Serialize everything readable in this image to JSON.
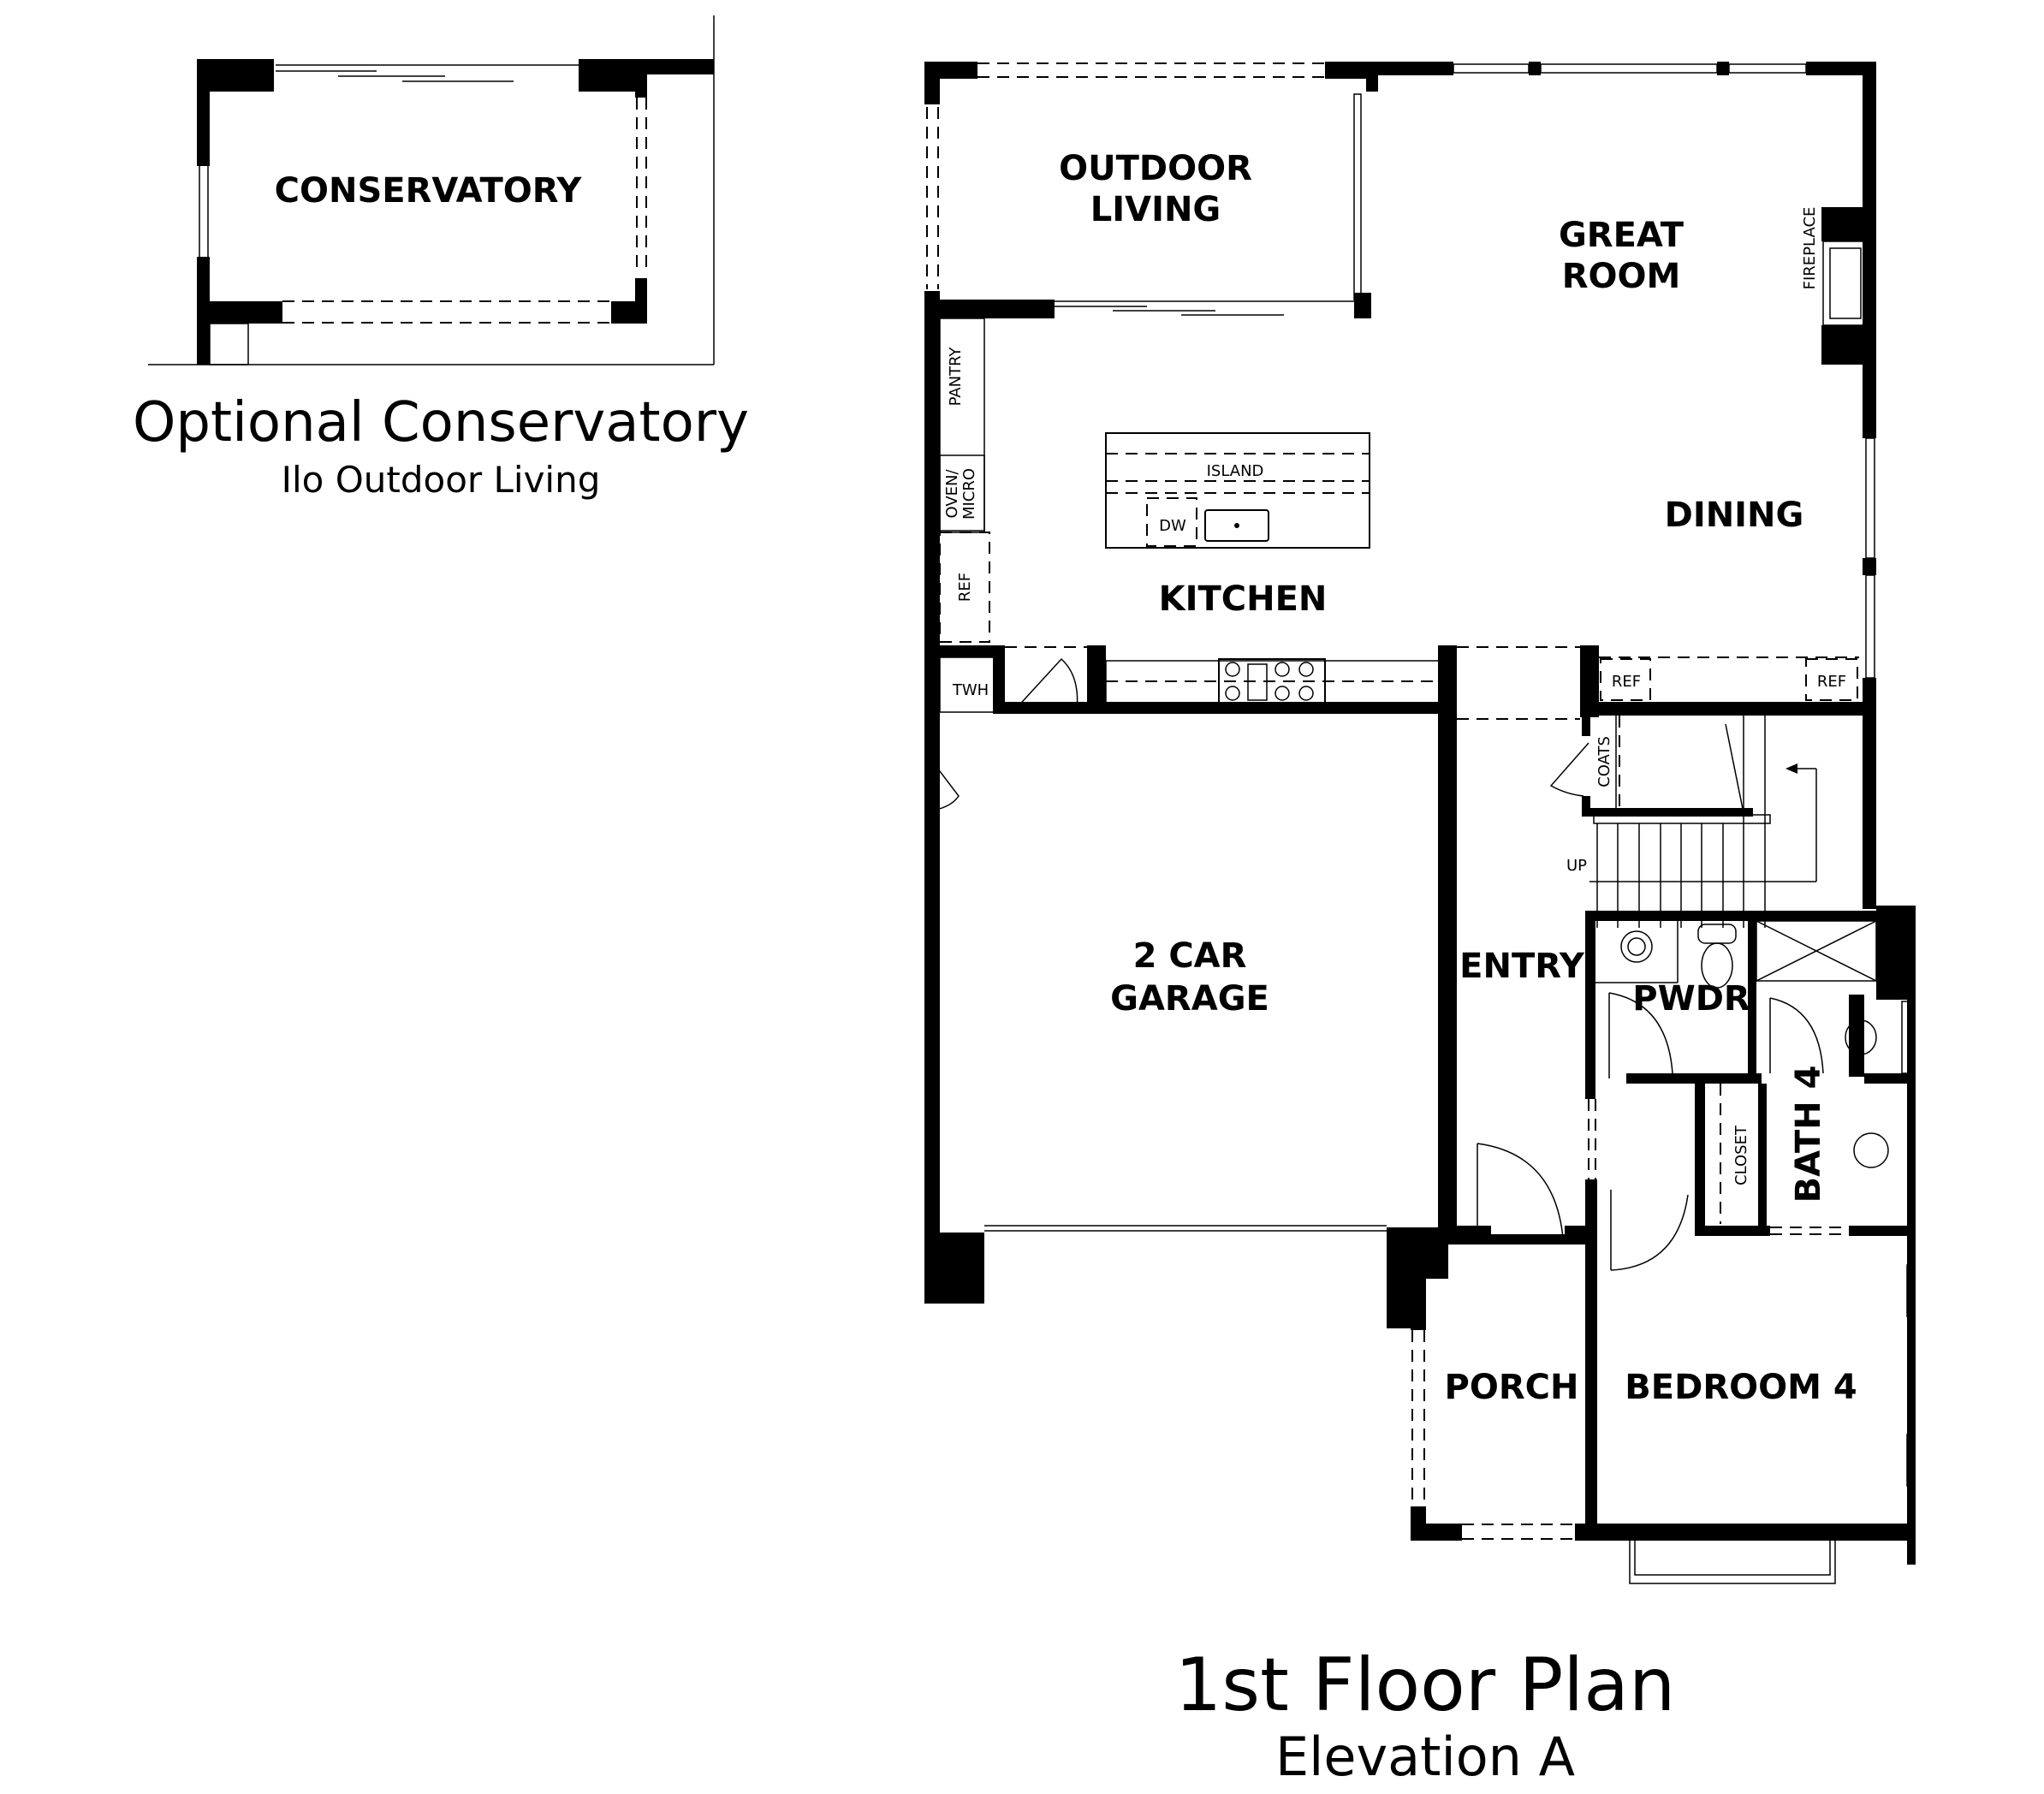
{
  "optional_plan": {
    "title": "Optional Conservatory",
    "subtitle": "Ilo Outdoor Living",
    "room": "CONSERVATORY"
  },
  "main_plan": {
    "title": "1st Floor Plan",
    "subtitle": "Elevation A",
    "rooms": {
      "outdoor_living_1": "OUTDOOR",
      "outdoor_living_2": "LIVING",
      "great_room_1": "GREAT",
      "great_room_2": "ROOM",
      "dining": "DINING",
      "kitchen": "KITCHEN",
      "garage_1": "2 CAR",
      "garage_2": "GARAGE",
      "entry": "ENTRY",
      "pwdr": "PWDR",
      "bath4": "BATH 4",
      "porch": "PORCH",
      "bedroom4": "BEDROOM 4"
    },
    "fixtures": {
      "fireplace": "FIREPLACE",
      "pantry": "PANTRY",
      "oven_micro_1": "OVEN/",
      "oven_micro_2": "MICRO",
      "ref_kitchen": "REF",
      "island": "ISLAND",
      "dw": "DW",
      "twh": "TWH",
      "ref_dining_left": "REF",
      "ref_dining_right": "REF",
      "coats": "COATS",
      "up": "UP",
      "closet": "CLOSET"
    }
  },
  "colors": {
    "wall": "#000000",
    "background": "#ffffff"
  }
}
